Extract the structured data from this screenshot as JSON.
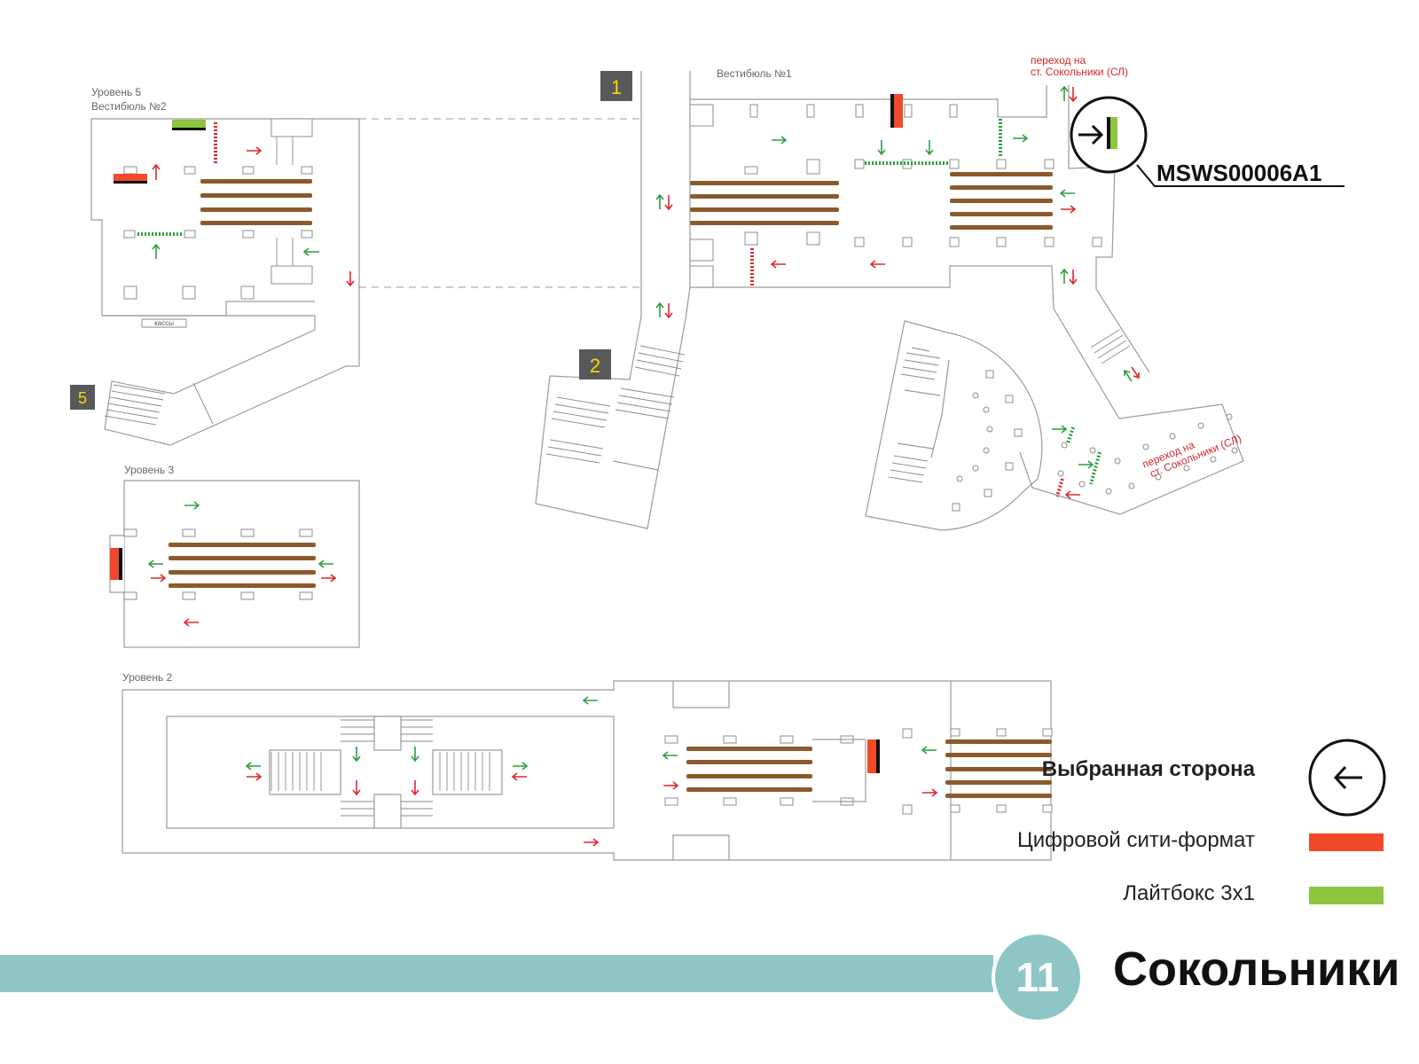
{
  "plan": {
    "levels": {
      "level5": "Уровень 5",
      "vestibule2": "Вестибюль №2",
      "vestibule1": "Вестибюль №1",
      "level3": "Уровень 3",
      "level2": "Уровень 2"
    },
    "cashier": "кассы",
    "transfer_top_line1": "переход на",
    "transfer_top_line2": "ст. Сокольники (СЛ)",
    "transfer_right_line1": "переход на",
    "transfer_right_line2": "ст. Сокольники (СЛ)",
    "exits": [
      "1",
      "2",
      "5"
    ],
    "placement_code": "MSWS00006A1"
  },
  "legend": {
    "selected_side": "Выбранная сторона",
    "digital_city_format": "Цифровой сити-формат",
    "lightbox": "Лайтбокс 3х1"
  },
  "footer": {
    "line_number": "11",
    "station_name": "Сокольники"
  },
  "colors": {
    "digital_city_format": "#f04a2a",
    "lightbox": "#8cc63f",
    "line_color": "#8ec5c5",
    "arrow_up": "#2e9e3e",
    "arrow_down": "#e0262b",
    "escalator": "#8b5a2b",
    "exit_marker": "#58595b",
    "exit_number": "#ffd400"
  }
}
